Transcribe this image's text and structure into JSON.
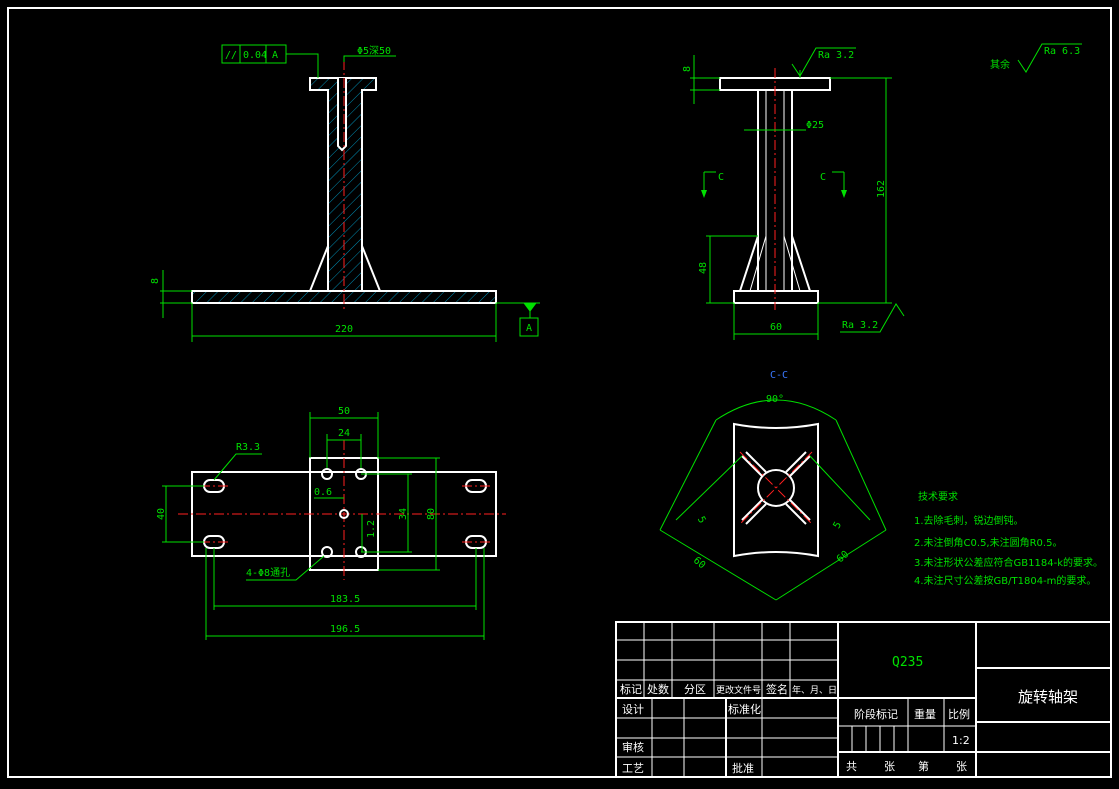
{
  "front_view": {
    "tolerance_symbol": "//",
    "tolerance_value": "0.04",
    "tolerance_datum": "A",
    "slot_label": "Φ5深50",
    "dim_thickness": "8",
    "dim_width": "220",
    "datum_label": "A"
  },
  "side_view": {
    "dim_top_thickness": "8",
    "roughness_top": "Ra 3.2",
    "roughness_bottom": "Ra 3.2",
    "roughness_general": "Ra 6.3",
    "roughness_general_prefix": "其余",
    "dim_diameter": "Φ25",
    "dim_height": "162",
    "dim_rib_height": "48",
    "dim_base_width": "60",
    "section_mark": "C"
  },
  "plan_view": {
    "dim_50": "50",
    "dim_24": "24",
    "dim_radius": "R3.3",
    "dim_06": "0.6",
    "dim_12": "1.2",
    "dim_34": "34",
    "dim_40": "40",
    "dim_80": "80",
    "hole_note": "4-Φ8通孔",
    "dim_1835": "183.5",
    "dim_1965": "196.5"
  },
  "section_view": {
    "title": "C-C",
    "angle": "90°",
    "dim_5a": "5",
    "dim_5b": "5",
    "dim_60a": "60",
    "dim_60b": "60"
  },
  "tech_notes": {
    "title": "技术要求",
    "items": [
      "1.去除毛刺，锐边倒钝。",
      "2.未注倒角C0.5,未注圆角R0.5。",
      "3.未注形状公差应符合GB1184-k的要求。",
      "4.未注尺寸公差按GB/T1804-m的要求。"
    ]
  },
  "title_block": {
    "material": "Q235",
    "part_name": "旋转轴架",
    "headers": [
      "标记",
      "处数",
      "分区",
      "更改文件号",
      "签名",
      "年、月、日"
    ],
    "design": "设计",
    "standardize": "标准化",
    "review": "审核",
    "process": "工艺",
    "approve": "批准",
    "stage_mark": "阶段标记",
    "weight": "重量",
    "scale": "比例",
    "scale_value": "1:2",
    "sheets_total": "共",
    "sheets_unit_a": "张",
    "sheet_no": "第",
    "sheets_unit_b": "张"
  }
}
